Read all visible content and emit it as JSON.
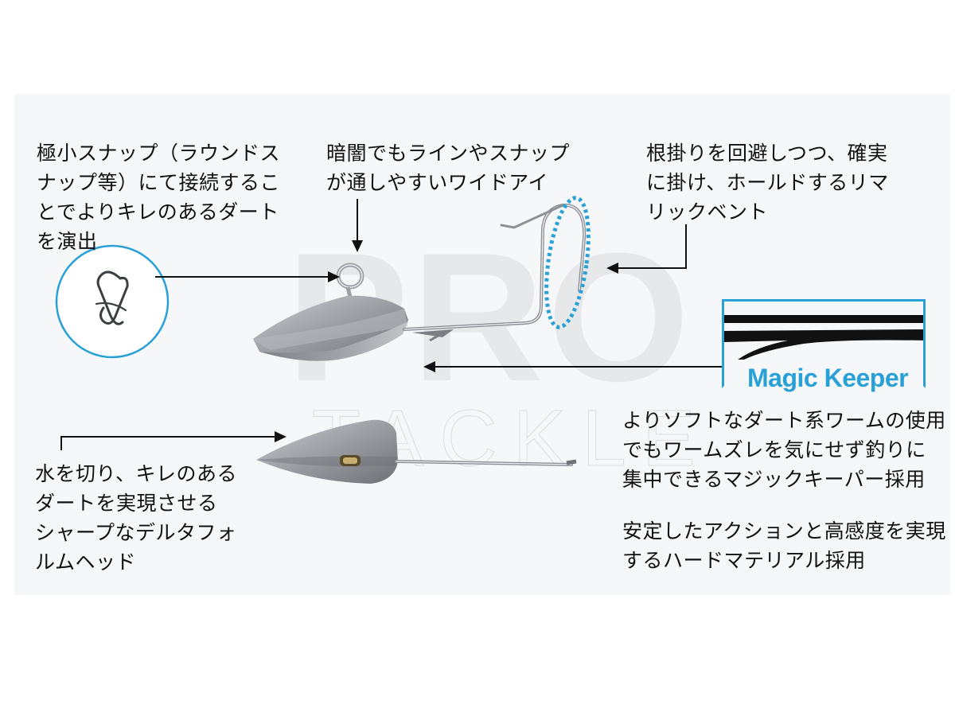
{
  "watermark": {
    "main": "PRO",
    "sub": "TACKLE"
  },
  "labels": {
    "snap": "極小スナップ（ラウンドス\nナップ等）にて接続するこ\nとでよりキレのあるダート\nを演出",
    "wide_eye": "暗闇でもラインやスナップ\nが通しやすいワイドアイ",
    "rema_bent": "根掛りを回避しつつ、確実\nに掛け、ホールドするリマ\nリックベント",
    "magic_keeper_desc": "よりソフトなダート系ワームの使用\nでもワームズレを気にせず釣りに\n集中できるマジックキーパー採用",
    "hard_material": "安定したアクションと高感度を実現\nするハードマテリアル採用",
    "delta_head": "水を切り、キレのある\nダートを実現させる\nシャープなデルタフォ\nルムヘッド"
  },
  "magic_keeper": {
    "logo_text": "Magic Keeper"
  },
  "colors": {
    "accent_blue": "#2aa1d6",
    "lead_gray": "#8d9196",
    "panel_bg": "#f6f7f9"
  }
}
